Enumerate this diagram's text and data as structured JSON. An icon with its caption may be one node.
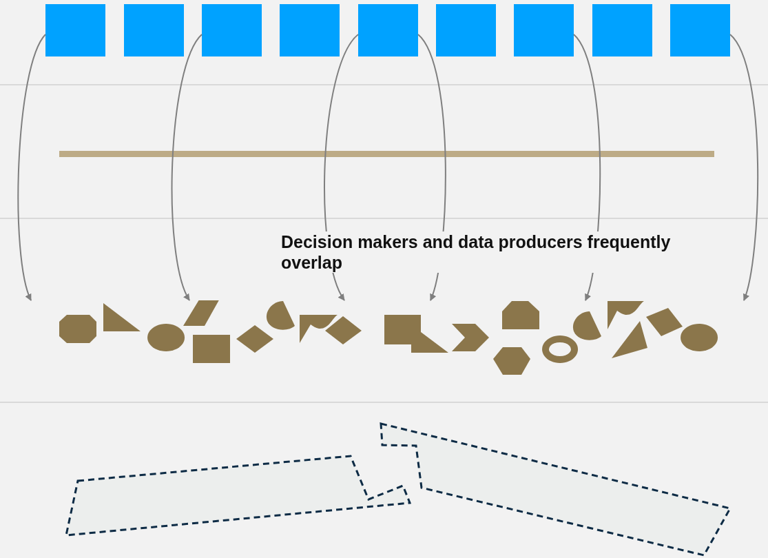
{
  "diagram": {
    "nodes": [
      {
        "text": [],
        "shape": "box"
      },
      {
        "text": [],
        "shape": "box"
      },
      {
        "text": [],
        "shape": "box"
      },
      {
        "text": [],
        "shape": "box"
      },
      {
        "text": [],
        "shape": "box"
      },
      {
        "text": [],
        "shape": "box"
      },
      {
        "text": [],
        "shape": "box"
      },
      {
        "text": [],
        "shape": "box"
      },
      {
        "text": [],
        "shape": "box"
      },
      {
        "text": [],
        "shape": "picture"
      },
      {
        "text": [],
        "shape": "polygon"
      },
      {
        "text": [],
        "shape": "polygon"
      }
    ],
    "edges": [
      {
        "from": 0,
        "to": 9,
        "arrow": "to"
      },
      {
        "from": 2,
        "to": 9,
        "arrow": "to"
      },
      {
        "from": 4,
        "to": 9,
        "arrow": "to"
      },
      {
        "from": 4,
        "to": 9,
        "arrow": "to"
      },
      {
        "from": 6,
        "to": 9,
        "arrow": "to"
      },
      {
        "from": 8,
        "to": 9,
        "arrow": "to"
      }
    ],
    "labels": [
      "Decision makers and data producers frequently overlap"
    ]
  }
}
